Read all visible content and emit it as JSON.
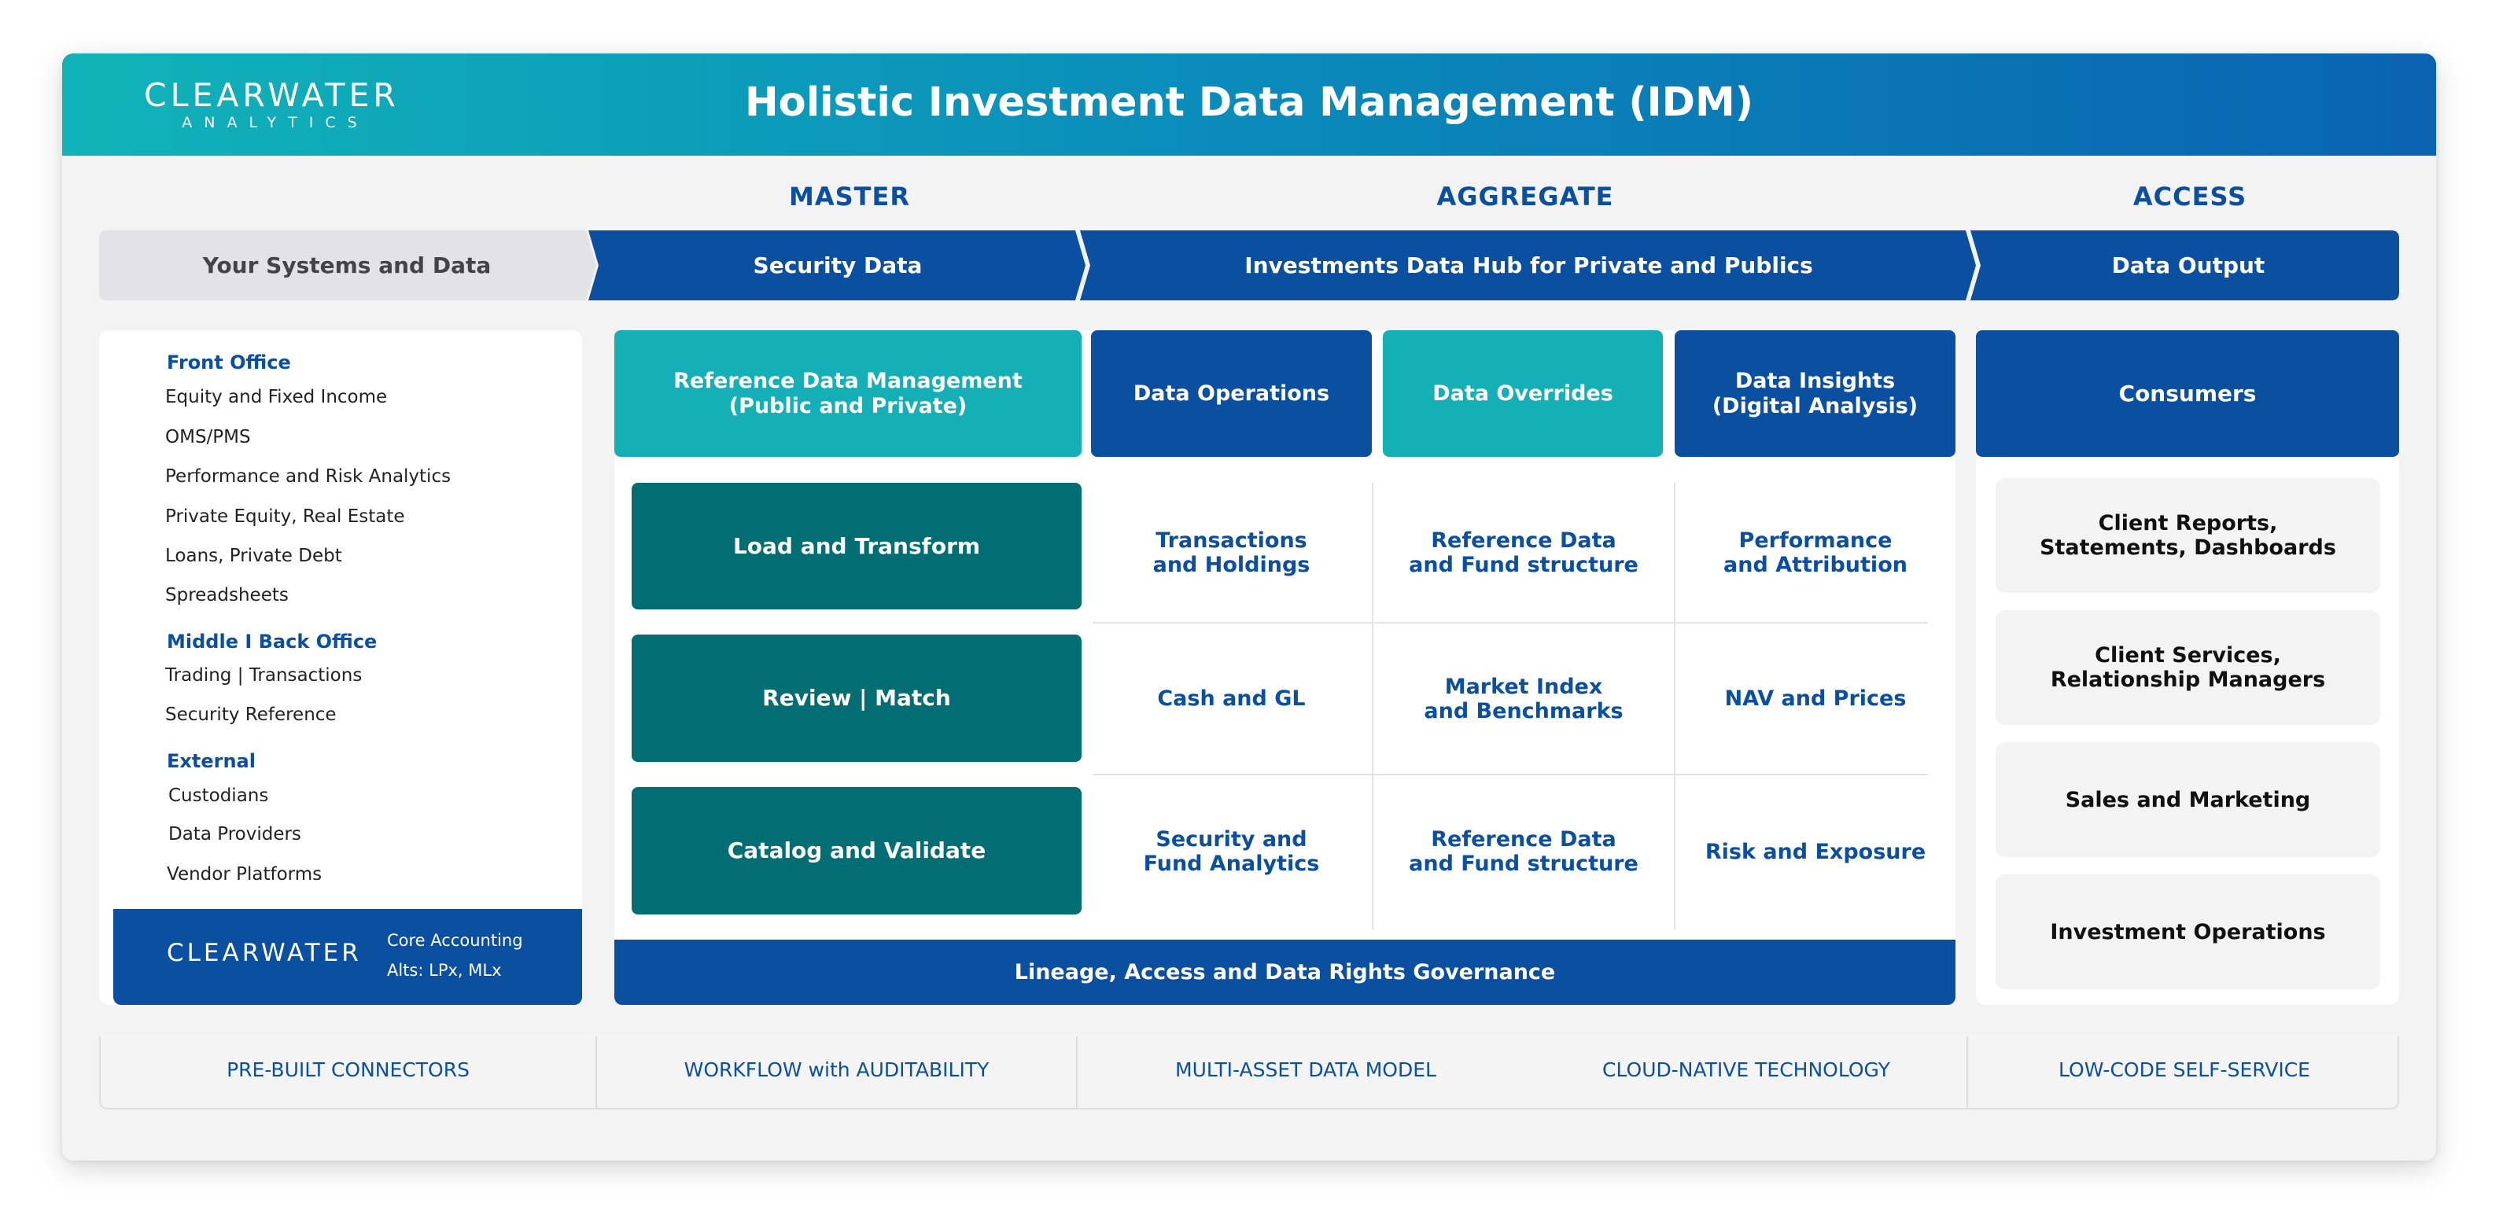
{
  "header": {
    "logo_main": "CLEARWATER",
    "logo_sub": "ANALYTICS",
    "title": "Holistic Investment Data Management (IDM)"
  },
  "sections": {
    "master": "MASTER",
    "aggregate": "AGGREGATE",
    "access": "ACCESS"
  },
  "flow": {
    "systems": "Your Systems and Data",
    "security": "Security Data",
    "hub": "Investments Data Hub for Private and Publics",
    "output": "Data Output"
  },
  "sources": {
    "front_office": {
      "heading": "Front Office",
      "items": [
        "Equity and Fixed Income",
        "OMS/PMS",
        "Performance and Risk Analytics",
        "Private Equity, Real Estate",
        "Loans, Private Debt",
        "Spreadsheets"
      ]
    },
    "middle_back_office": {
      "heading": "Middle I Back Office",
      "items": [
        "Trading | Transactions",
        "Security Reference"
      ]
    },
    "external": {
      "heading": "External",
      "items": [
        "Custodians",
        "Data Providers",
        "Vendor Platforms"
      ]
    },
    "clearwater_box": {
      "logo": "CLEARWATER",
      "line1": "Core Accounting",
      "line2": "Alts: LPx, MLx"
    }
  },
  "master": {
    "header": "Reference Data Management\n(Public and Private)",
    "steps": [
      "Load and Transform",
      "Review | Match",
      "Catalog and Validate"
    ]
  },
  "aggregate": {
    "columns": [
      "Data Operations",
      "Data Overrides",
      "Data Insights\n(Digital Analysis)"
    ],
    "rows": [
      [
        "Transactions\nand Holdings",
        "Reference Data\nand Fund structure",
        "Performance\nand Attribution"
      ],
      [
        "Cash and GL",
        "Market Index\nand Benchmarks",
        "NAV and Prices"
      ],
      [
        "Security and\nFund Analytics",
        "Reference Data\nand Fund structure",
        "Risk and Exposure"
      ]
    ],
    "governance": "Lineage, Access and Data Rights Governance"
  },
  "access": {
    "header": "Consumers",
    "items": [
      "Client Reports,\nStatements, Dashboards",
      "Client Services,\nRelationship Managers",
      "Sales and Marketing",
      "Investment Operations"
    ]
  },
  "features": [
    "PRE-BUILT CONNECTORS",
    "WORKFLOW with AUDITABILITY",
    "MULTI-ASSET DATA MODEL",
    "CLOUD-NATIVE TECHNOLOGY",
    "LOW-CODE SELF-SERVICE"
  ],
  "colors": {
    "brand_blue": "#0b4fa0",
    "teal": "#15b0b7",
    "dark_teal": "#036d74",
    "header_gradient_start": "#11b3b8",
    "header_gradient_end": "#0a63b1",
    "light_gray": "#e3e3e5"
  }
}
